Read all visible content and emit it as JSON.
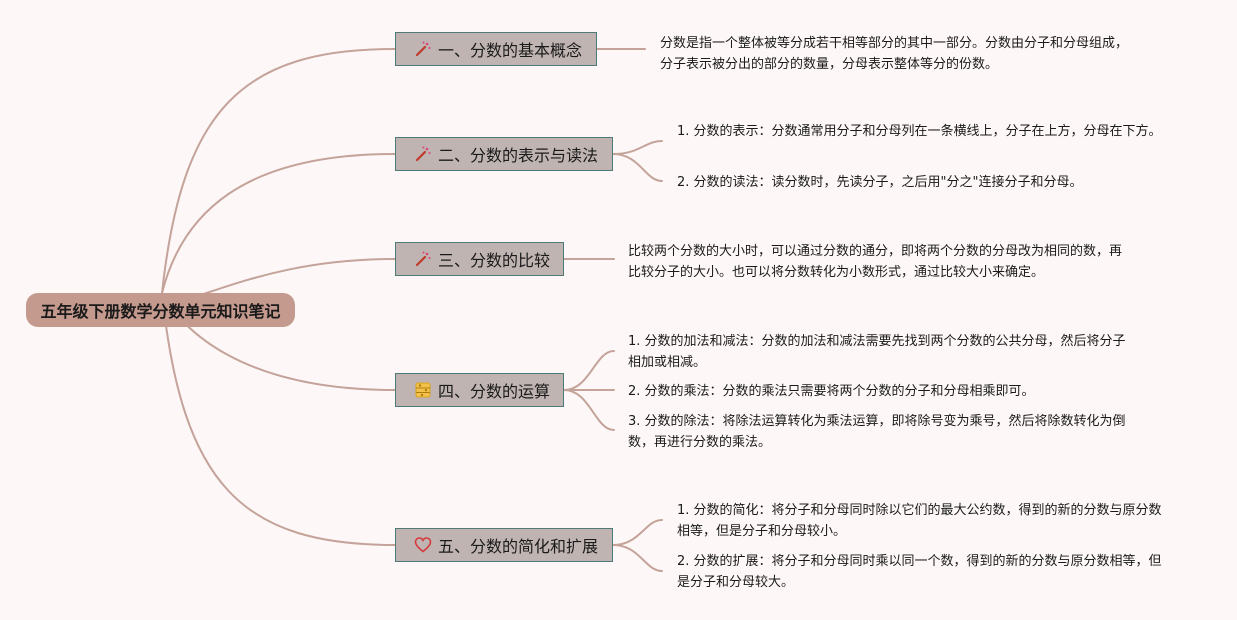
{
  "root": {
    "title": "五年级下册数学分数单元知识笔记"
  },
  "branches": [
    {
      "label": "一、分数的基本概念",
      "icon": "magic-wand-icon",
      "leaves": [
        "分数是指一个整体被等分成若干相等部分的其中一部分。分数由分子和分母组成，分子表示被分出的部分的数量，分母表示整体等分的份数。"
      ]
    },
    {
      "label": "二、分数的表示与读法",
      "icon": "magic-wand-icon",
      "leaves": [
        "1. 分数的表示：分数通常用分子和分母列在一条横线上，分子在上方，分母在下方。",
        "2. 分数的读法：读分数时，先读分子，之后用\"分之\"连接分子和分母。"
      ]
    },
    {
      "label": "三、分数的比较",
      "icon": "magic-wand-icon",
      "leaves": [
        "比较两个分数的大小时，可以通过分数的通分，即将两个分数的分母改为相同的数，再比较分子的大小。也可以将分数转化为小数形式，通过比较大小来确定。"
      ]
    },
    {
      "label": "四、分数的运算",
      "icon": "abacus-icon",
      "leaves": [
        "1. 分数的加法和减法：分数的加法和减法需要先找到两个分数的公共分母，然后将分子相加或相减。",
        "2. 分数的乘法：分数的乘法只需要将两个分数的分子和分母相乘即可。",
        "3. 分数的除法：将除法运算转化为乘法运算，即将除号变为乘号，然后将除数转化为倒数，再进行分数的乘法。"
      ]
    },
    {
      "label": "五、分数的简化和扩展",
      "icon": "heart-icon",
      "leaves": [
        "1. 分数的简化：将分子和分母同时除以它们的最大公约数，得到的新的分数与原分数相等，但是分子和分母较小。",
        "2. 分数的扩展：将分子和分母同时乘以同一个数，得到的新的分数与原分数相等，但是分子和分母较大。"
      ]
    }
  ],
  "colors": {
    "connector": "#c4a39a",
    "root_fill": "#c59a8e",
    "branch_fill": "#bfb4b1",
    "branch_border": "#4e7a77"
  }
}
